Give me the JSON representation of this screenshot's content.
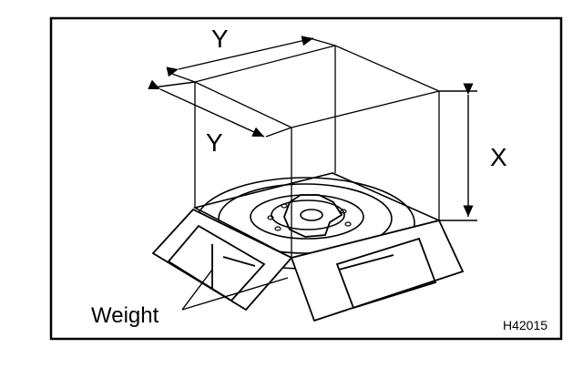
{
  "labels": {
    "dim_y_top": "Y",
    "dim_y_left": "Y",
    "dim_x": "X",
    "weight": "Weight",
    "figure_code": "H42015"
  }
}
